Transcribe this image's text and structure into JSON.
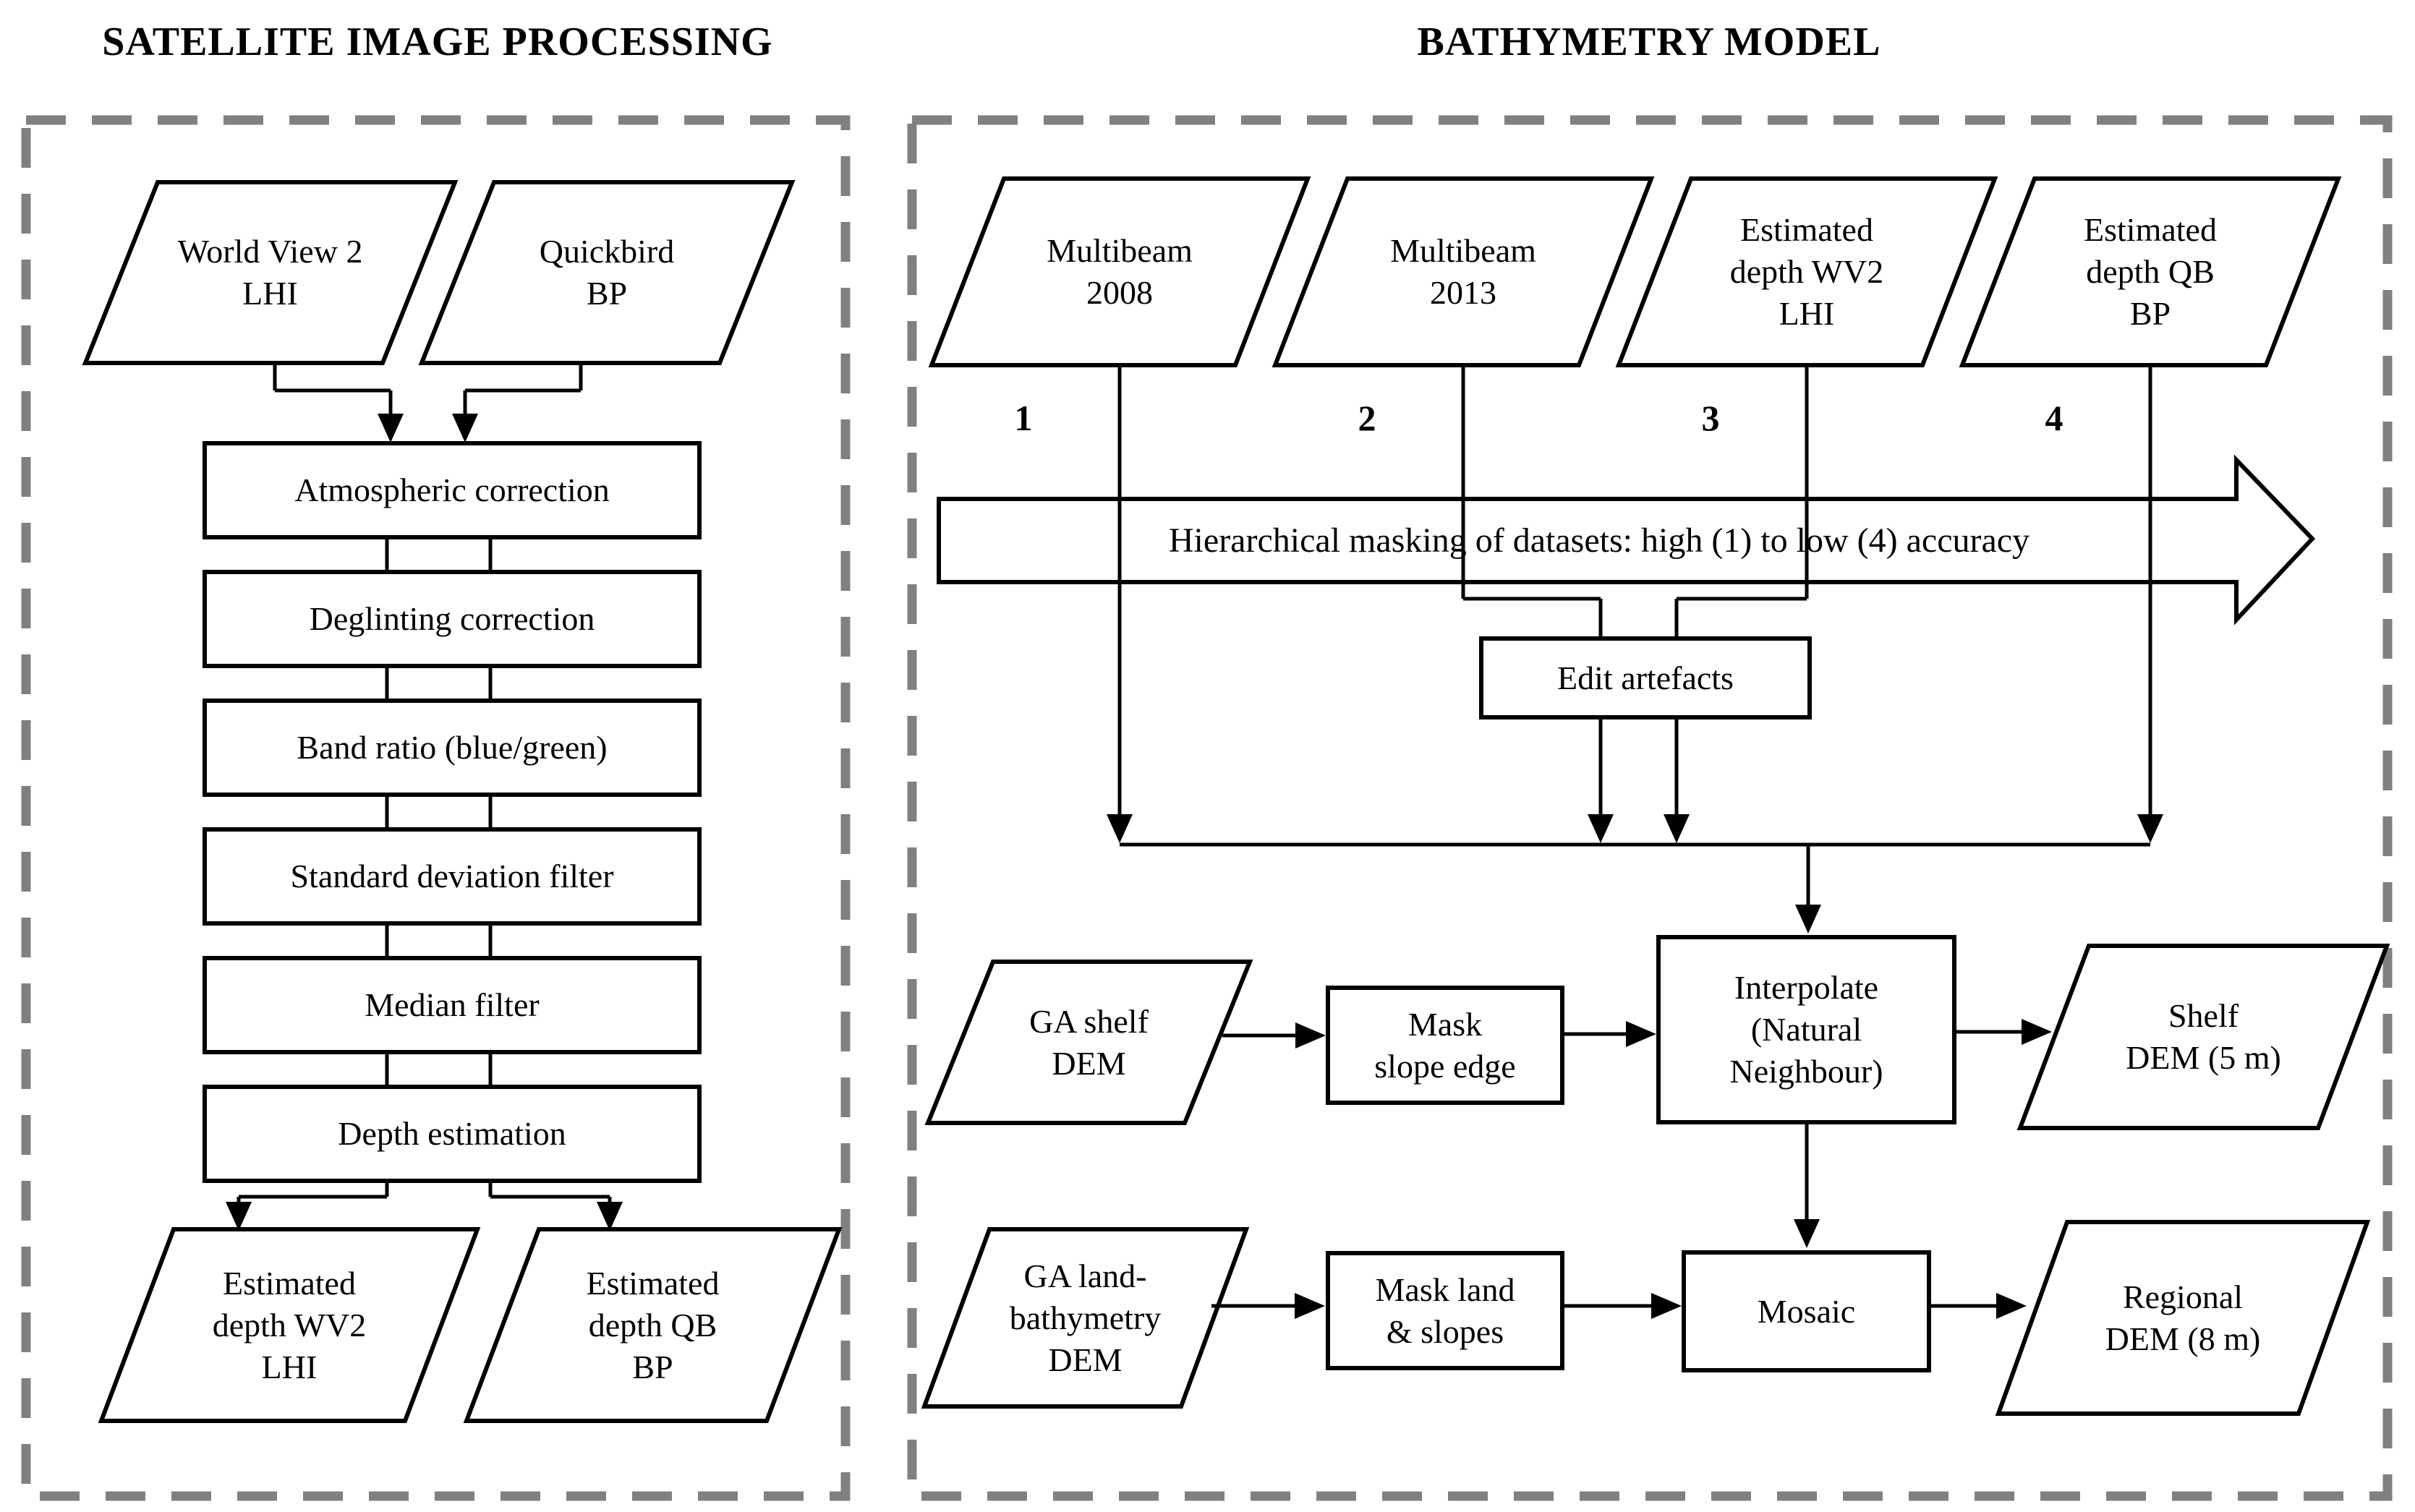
{
  "titles": {
    "left": "SATELLITE IMAGE PROCESSING",
    "right": "BATHYMETRY MODEL"
  },
  "left_panel": {
    "inputs": [
      {
        "label": "World View 2\nLHI"
      },
      {
        "label": "Quickbird\nBP"
      }
    ],
    "steps": [
      "Atmospheric correction",
      "Deglinting correction",
      "Band ratio (blue/green)",
      "Standard deviation filter",
      "Median filter",
      "Depth estimation"
    ],
    "outputs": [
      {
        "label": "Estimated\ndepth WV2\nLHI"
      },
      {
        "label": "Estimated\ndepth QB\nBP"
      }
    ]
  },
  "right_panel": {
    "inputs": [
      {
        "label": "Multibeam\n2008",
        "rank": "1"
      },
      {
        "label": "Multibeam\n2013",
        "rank": "2"
      },
      {
        "label": "Estimated\ndepth WV2\nLHI",
        "rank": "3"
      },
      {
        "label": "Estimated\ndepth QB\nBP",
        "rank": "4"
      }
    ],
    "banner": "Hierarchical masking of datasets: high (1) to low (4) accuracy",
    "edit_artefacts": "Edit artefacts",
    "shelf_row": {
      "input": "GA shelf\nDEM",
      "mask": "Mask\nslope edge",
      "interpolate": "Interpolate\n(Natural\nNeighbour)",
      "output": "Shelf\nDEM (5 m)"
    },
    "regional_row": {
      "input": "GA land-\nbathymetry\nDEM",
      "mask": "Mask land\n& slopes",
      "mosaic": "Mosaic",
      "output": "Regional\nDEM (8 m)"
    }
  }
}
